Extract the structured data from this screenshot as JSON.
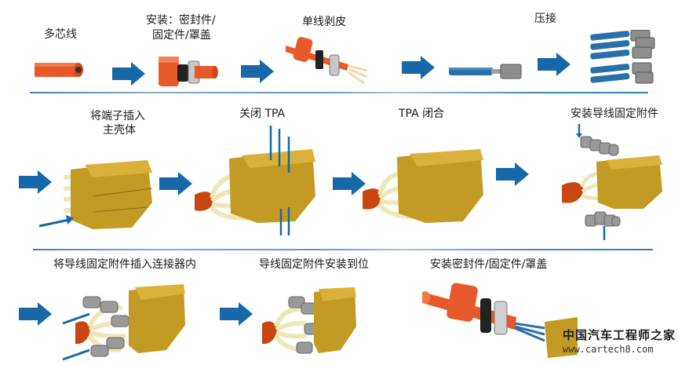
{
  "title": "高压连接器线束装配工艺流程",
  "colors": {
    "arrow": "#1668a8",
    "cable_orange": "#e8592a",
    "terminal_housing": "#c29a24",
    "wire_insulation": "#efe6b8",
    "wire_blue": "#2b6fa8",
    "metal_grey": "#9a9a9a"
  },
  "rows": [
    {
      "steps": [
        {
          "id": "step-1",
          "label": "多芯线"
        },
        {
          "id": "step-2",
          "label_lines": [
            "安装：密封件/",
            "固定件/罩盖"
          ]
        },
        {
          "id": "step-3",
          "label": "单线剥皮"
        },
        {
          "id": "step-4",
          "label": ""
        },
        {
          "id": "step-5",
          "label": "压接"
        }
      ]
    },
    {
      "steps": [
        {
          "id": "step-6",
          "label_lines": [
            "将端子插入",
            "主壳体"
          ]
        },
        {
          "id": "step-7",
          "label": "关闭 TPA"
        },
        {
          "id": "step-8",
          "label": "TPA 闭合"
        },
        {
          "id": "step-9",
          "label": "安装导线固定附件"
        }
      ]
    },
    {
      "steps": [
        {
          "id": "step-10",
          "label": "将导线固定附件插入连接器内"
        },
        {
          "id": "step-11",
          "label": "导线固定附件安装到位"
        },
        {
          "id": "step-12",
          "label": "安装密封件/固定件/罩盖"
        }
      ]
    }
  ],
  "watermark": {
    "name": "中国汽车工程师之家",
    "url": "www.cartech8.com"
  }
}
